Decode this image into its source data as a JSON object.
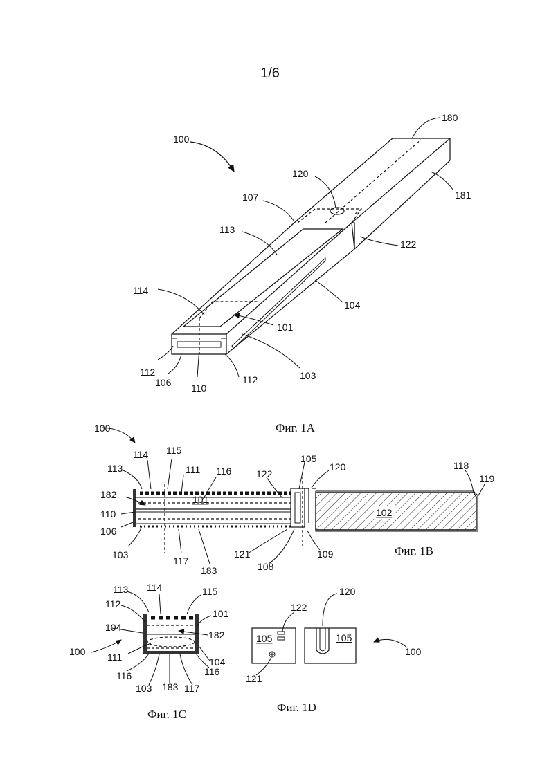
{
  "sheet_number": "1/6",
  "captions": {
    "fig1a": "Фиг. 1A",
    "fig1b": "Фиг. 1B",
    "fig1c": "Фиг. 1C",
    "fig1d": "Фиг. 1D"
  },
  "fig1a_labels": {
    "l100": "100",
    "l180": "180",
    "l120": "120",
    "l181": "181",
    "l107": "107",
    "l113": "113",
    "l122": "122",
    "l114": "114",
    "l104": "104",
    "l101": "101",
    "l112a": "112",
    "l106": "106",
    "l110": "110",
    "l112b": "112",
    "l103": "103"
  },
  "fig1b_labels": {
    "l100": "100",
    "l114": "114",
    "l115": "115",
    "l113": "113",
    "l111": "111",
    "l116": "116",
    "l122": "122",
    "l105": "105",
    "l120": "120",
    "l118": "118",
    "l119": "119",
    "l182": "182",
    "l101": "101",
    "l102": "102",
    "l110": "110",
    "l106": "106",
    "l103": "103",
    "l117": "117",
    "l183": "183",
    "l121": "121",
    "l108": "108",
    "l109": "109"
  },
  "fig1c_labels": {
    "l113": "113",
    "l114": "114",
    "l115": "115",
    "l112": "112",
    "l101": "101",
    "l104a": "104",
    "l182": "182",
    "l100": "100",
    "l111": "111",
    "l104b": "104",
    "l116a": "116",
    "l103": "103",
    "l183": "183",
    "l117": "117",
    "l116b": "116"
  },
  "fig1d_labels": {
    "l122": "122",
    "l105a": "105",
    "l121": "121",
    "l120": "120",
    "l105b": "105",
    "l100": "100"
  }
}
